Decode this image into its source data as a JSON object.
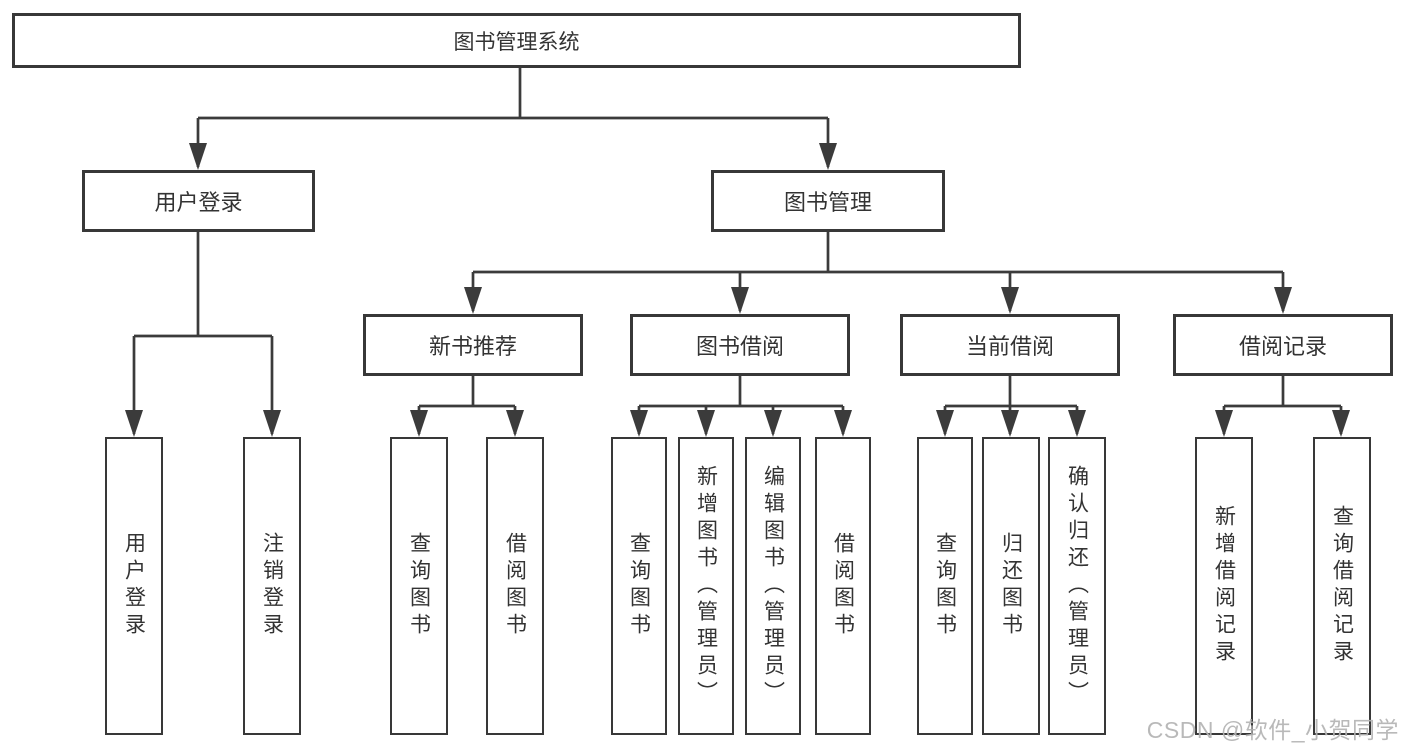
{
  "diagram": {
    "root": {
      "label": "图书管理系统"
    },
    "level2": [
      {
        "label": "用户登录",
        "leaves": [
          {
            "label": "用户登录"
          },
          {
            "label": "注销登录"
          }
        ]
      },
      {
        "label": "图书管理",
        "children": [
          {
            "label": "新书推荐",
            "leaves": [
              {
                "label": "查询图书"
              },
              {
                "label": "借阅图书"
              }
            ]
          },
          {
            "label": "图书借阅",
            "leaves": [
              {
                "label": "查询图书"
              },
              {
                "label": "新增图书（管理员）"
              },
              {
                "label": "编辑图书（管理员）"
              },
              {
                "label": "借阅图书"
              }
            ]
          },
          {
            "label": "当前借阅",
            "leaves": [
              {
                "label": "查询图书"
              },
              {
                "label": "归还图书"
              },
              {
                "label": "确认归还（管理员）"
              }
            ]
          },
          {
            "label": "借阅记录",
            "leaves": [
              {
                "label": "新增借阅记录"
              },
              {
                "label": "查询借阅记录"
              }
            ]
          }
        ]
      }
    ]
  },
  "watermark": {
    "text": "CSDN @软件_小贺同学"
  },
  "colors": {
    "line": "#3b3b3b",
    "box_border": "#383838",
    "text": "#333333",
    "watermark": "#b4b4b4",
    "background": "#ffffff"
  }
}
